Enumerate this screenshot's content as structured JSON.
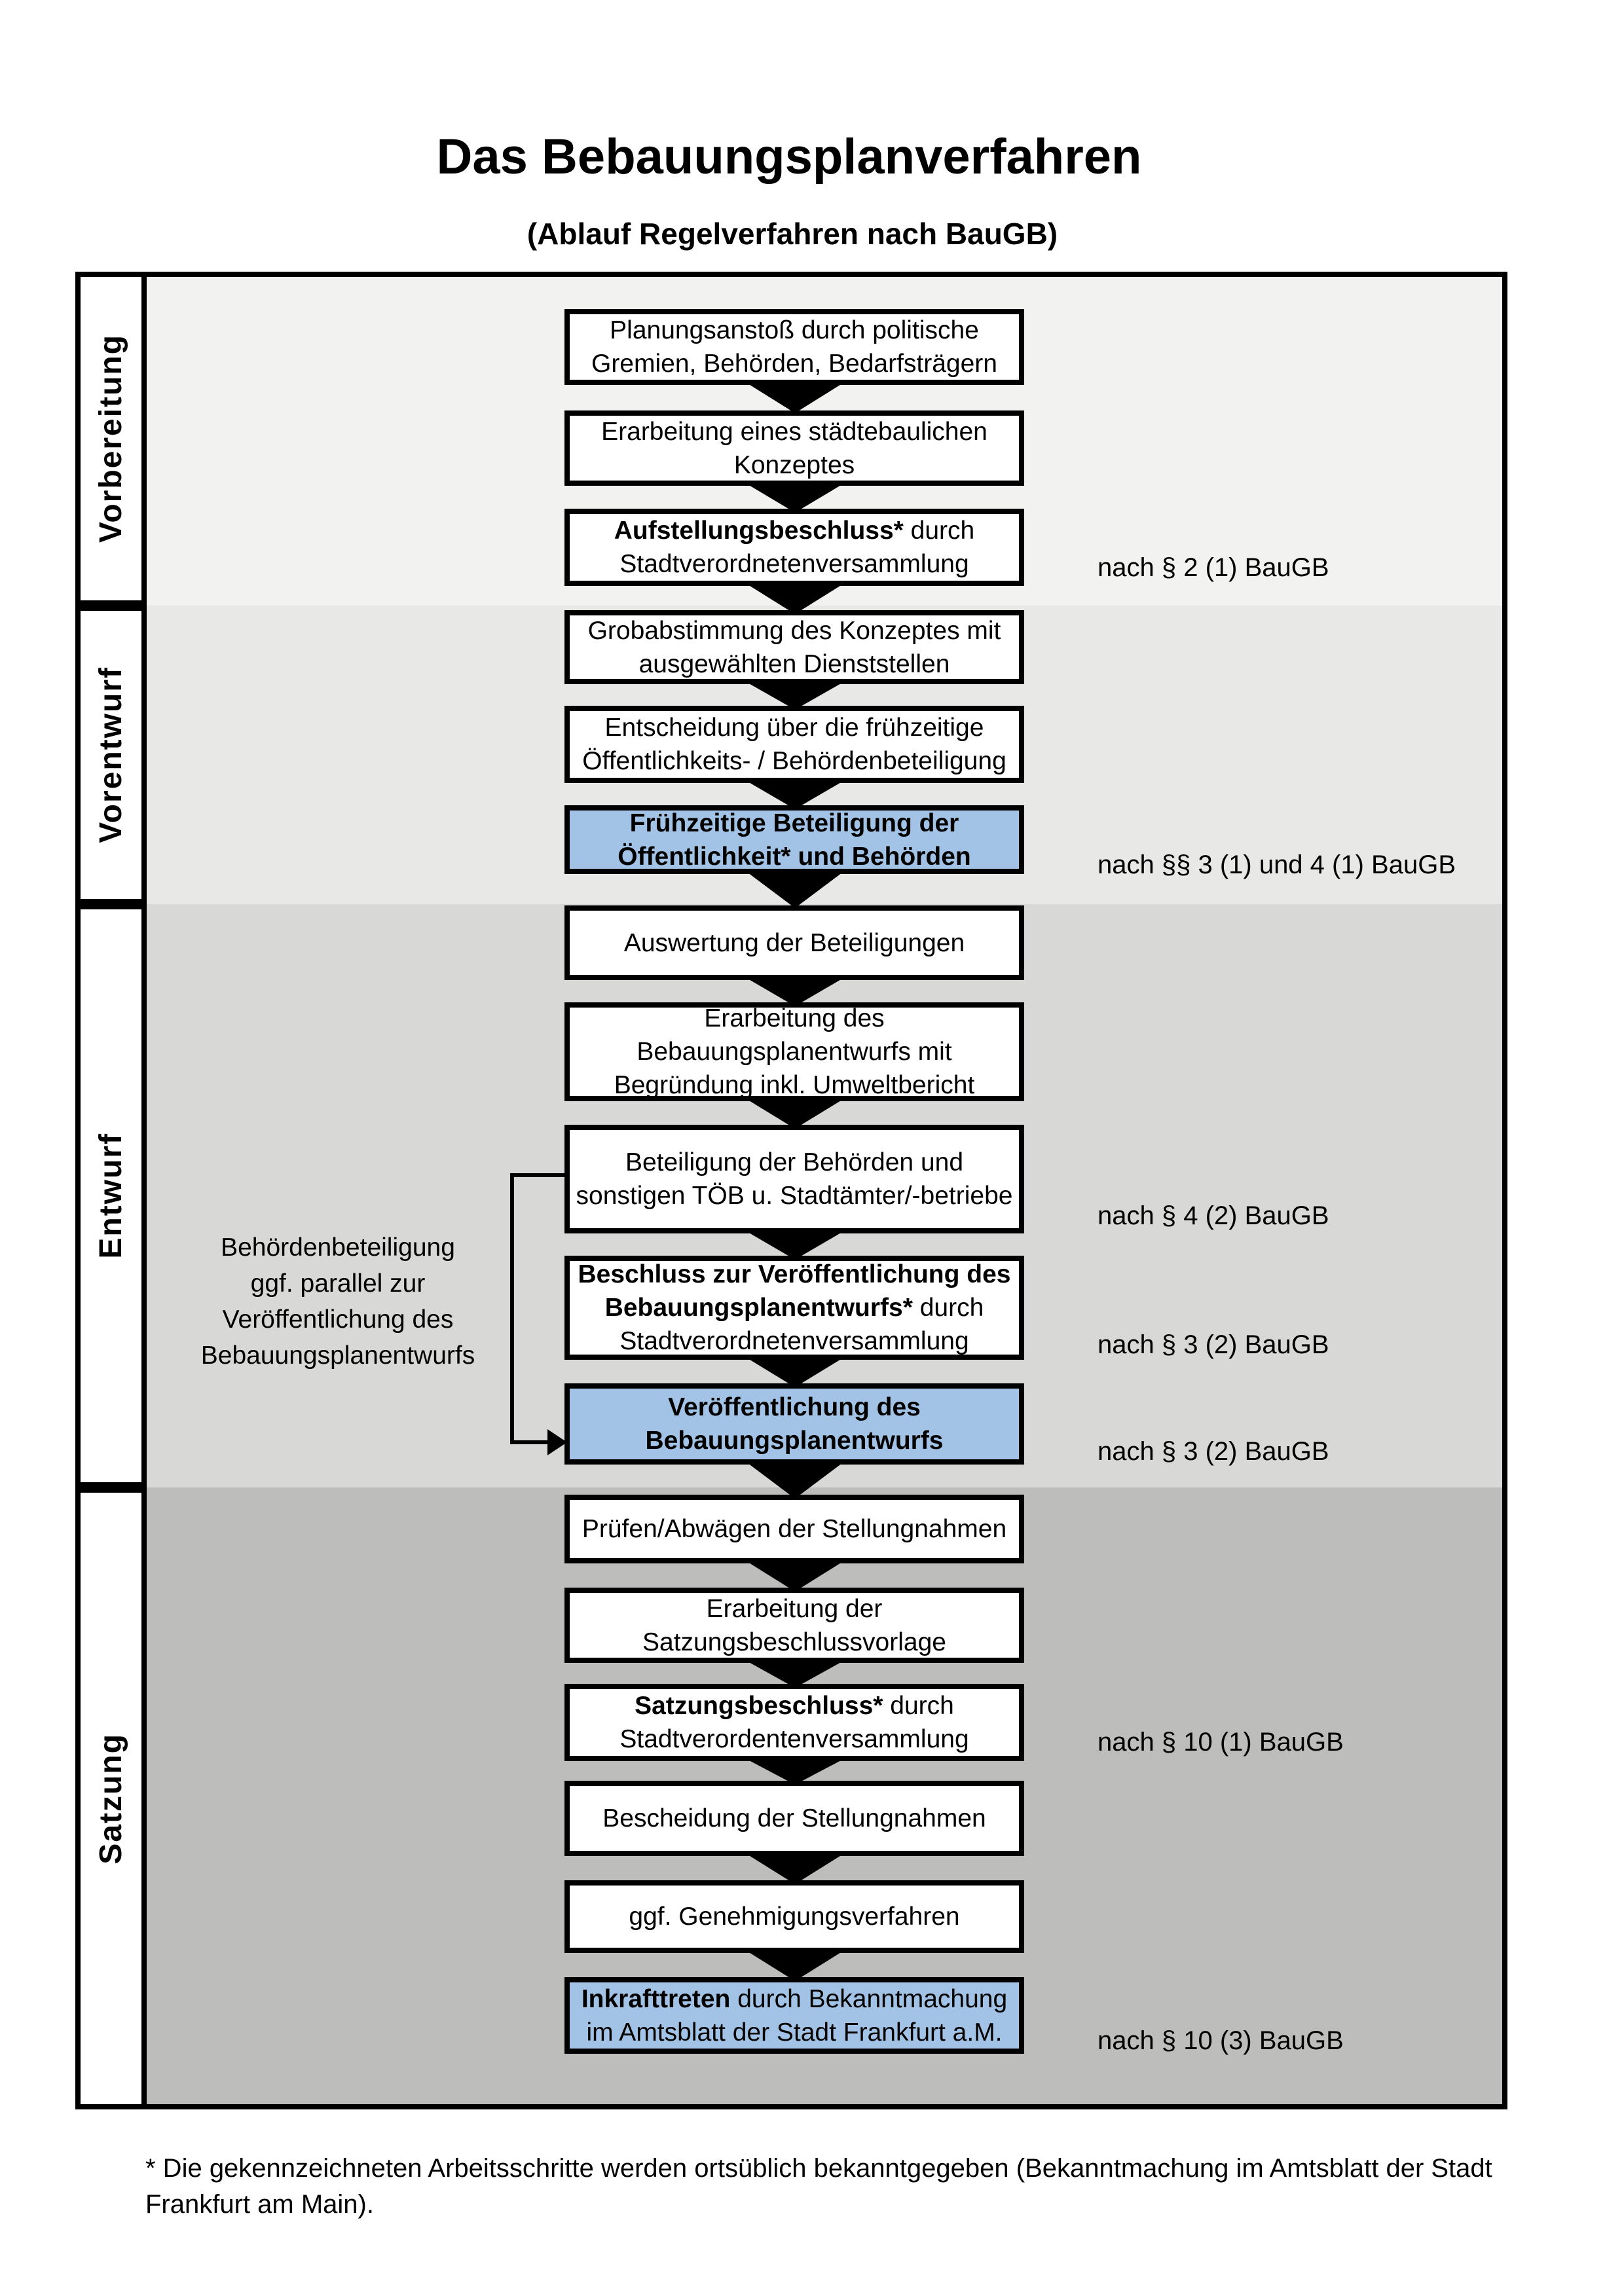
{
  "page": {
    "title": "Das Bebauungsplanverfahren",
    "subtitle": "(Ablauf Regelverfahren nach BauGB)"
  },
  "phases": [
    {
      "label": "Vorbereitung"
    },
    {
      "label": "Vorentwurf"
    },
    {
      "label": "Entwurf"
    },
    {
      "label": "Satzung"
    }
  ],
  "boxes": {
    "b1": {
      "l1": "Planungsanstoß durch politische",
      "l2": "Gremien, Behörden, Bedarfsträgern"
    },
    "b2": {
      "l1": "Erarbeitung eines städtebaulichen",
      "l2": "Konzeptes"
    },
    "b3": {
      "l1b": "Aufstellungsbeschluss*",
      "l1r": " durch",
      "l2": "Stadtverordnetenversammlung"
    },
    "b4": {
      "l1": "Grobabstimmung des Konzeptes mit",
      "l2": "ausgewählten Dienststellen"
    },
    "b5": {
      "l1": "Entscheidung über die frühzeitige",
      "l2": "Öffentlichkeits- / Behördenbeteiligung"
    },
    "b6": {
      "l1": "Frühzeitige Beteiligung der",
      "l2": "Öffentlichkeit* und Behörden"
    },
    "b7": {
      "l1": "Auswertung der Beteiligungen"
    },
    "b8": {
      "l1": "Erarbeitung des",
      "l2": "Bebauungsplanentwurfs mit",
      "l3": "Begründung inkl. Umweltbericht"
    },
    "b9": {
      "l1": "Beteiligung der Behörden und",
      "l2": "sonstigen TÖB u. Stadtämter/-betriebe"
    },
    "b10": {
      "l1b": "Beschluss zur Veröffentlichung des",
      "l2b": "Bebauungsplanentwurfs*",
      "l2r": " durch",
      "l3": "Stadtverordnetenversammlung"
    },
    "b11": {
      "l1": "Veröffentlichung des",
      "l2": "Bebauungsplanentwurfs"
    },
    "b12": {
      "l1": "Prüfen/Abwägen der Stellungnahmen"
    },
    "b13": {
      "l1": "Erarbeitung der",
      "l2": "Satzungsbeschlussvorlage"
    },
    "b14": {
      "l1b": "Satzungsbeschluss*",
      "l1r": " durch",
      "l2": "Stadtverordentenversammlung"
    },
    "b15": {
      "l1": "Bescheidung der Stellungnahmen"
    },
    "b16": {
      "l1": "ggf. Genehmigungsverfahren"
    },
    "b17": {
      "l1b": "Inkrafttreten",
      "l1r": " durch Bekanntmachung",
      "l2": "im Amtsblatt der Stadt Frankfurt a.M."
    }
  },
  "refs": {
    "r1": "nach § 2 (1) BauGB",
    "r2": "nach §§ 3 (1) und 4 (1) BauGB",
    "r3": "nach § 4 (2) BauGB",
    "r4": "nach § 3 (2) BauGB",
    "r5": "nach § 3 (2) BauGB",
    "r6": "nach § 10 (1) BauGB",
    "r7": "nach § 10 (3) BauGB"
  },
  "side_note": {
    "l1": "Behördenbeteiligung",
    "l2": "ggf. parallel zur",
    "l3": "Veröffentlichung des",
    "l4": "Bebauungsplanentwurfs"
  },
  "footnote": {
    "l1": "* Die gekennzeichneten Arbeitsschritte werden ortsüblich bekanntgegeben (Bekanntmachung im Amtsblatt der Stadt",
    "l2": "Frankfurt am Main)."
  },
  "colors": {
    "highlight_blue": "#a2c3e5",
    "phase_vorbereitung_bg": "#f2f2f1",
    "phase_vorentwurf_bg": "#e8e8e7",
    "phase_entwurf_bg": "#d8d8d7",
    "phase_satzung_bg": "#bdbdbc",
    "line_black": "#000000"
  }
}
